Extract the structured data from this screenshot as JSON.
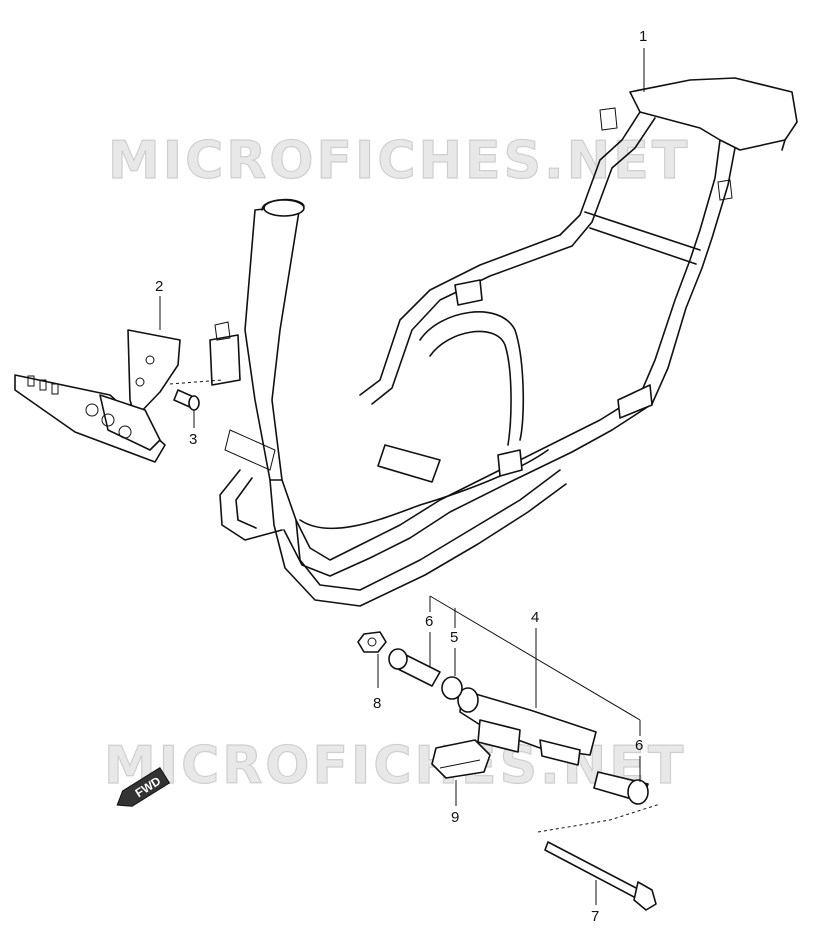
{
  "watermark": {
    "top": "MICROFICHES.NET",
    "bottom": "MICROFICHES.NET"
  },
  "direction_badge": "FWD",
  "callouts": {
    "frame": "1",
    "bracket": "2",
    "bracket_bolt": "3",
    "engine_mount": "4",
    "spacer": "5",
    "bushing_left": "6",
    "bushing_right": "6",
    "mount_bolt": "7",
    "nut": "8",
    "rubber_mount": "9"
  }
}
